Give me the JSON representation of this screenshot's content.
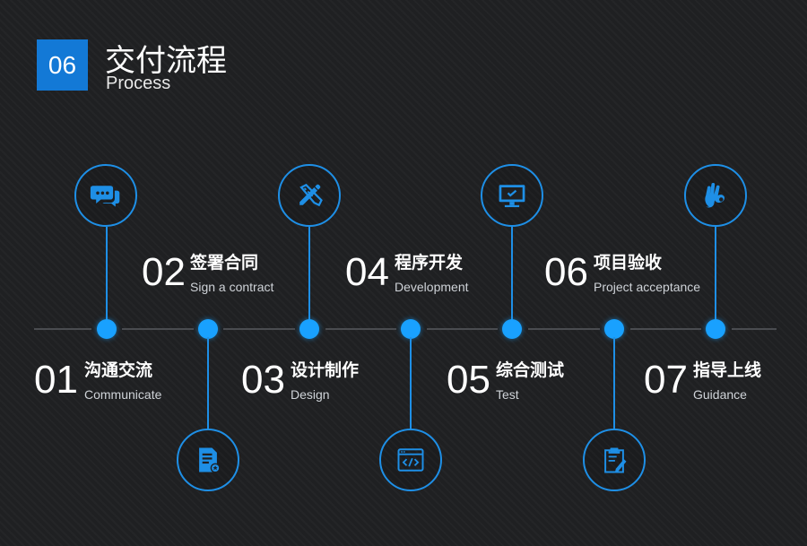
{
  "header": {
    "badge": "06",
    "title": "交付流程",
    "subtitle": "Process"
  },
  "steps": [
    {
      "number": "01",
      "title": "沟通交流",
      "subtitle": "Communicate",
      "icon": "chat-bubbles-icon"
    },
    {
      "number": "02",
      "title": "签署合同",
      "subtitle": "Sign a contract",
      "icon": "contract-document-icon"
    },
    {
      "number": "03",
      "title": "设计制作",
      "subtitle": "Design",
      "icon": "design-tools-icon"
    },
    {
      "number": "04",
      "title": "程序开发",
      "subtitle": "Development",
      "icon": "code-window-icon"
    },
    {
      "number": "05",
      "title": "综合测试",
      "subtitle": "Test",
      "icon": "monitor-check-icon"
    },
    {
      "number": "06",
      "title": "项目验收",
      "subtitle": "Project acceptance",
      "icon": "clipboard-sign-icon"
    },
    {
      "number": "07",
      "title": "指导上线",
      "subtitle": "Guidance",
      "icon": "ok-hand-icon"
    }
  ],
  "colors": {
    "accent": "#1379d6",
    "node": "#19a1ff",
    "line": "#4a4c50",
    "background": "#1f2022"
  }
}
